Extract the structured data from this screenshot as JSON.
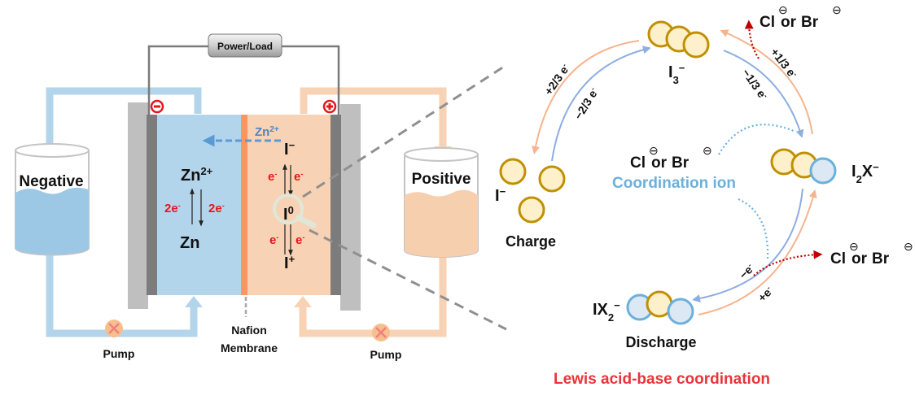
{
  "colors": {
    "negative_electrolyte": "#b3d5eb",
    "positive_electrolyte": "#f8d2b4",
    "membrane": "#fb9662",
    "electrode": "#7c7c7c",
    "collector": "#bfbfbf",
    "iodine_fill": "#fff0cc",
    "iodine_stroke": "#c09000",
    "halide_fill": "#dce8f4",
    "halide_stroke": "#6cb0dc",
    "charge_arrow": "#8daee0",
    "discharge_arrow": "#f6b48e",
    "halide_release": "#c00000",
    "electron_red": "#e8161b",
    "lewis_red": "#e8353a"
  },
  "battery": {
    "power_label": "Power/Load",
    "negative_terminal": "⊖",
    "positive_terminal": "⊕",
    "negative_tank_label": "Negative",
    "positive_tank_label": "Positive",
    "pump_left_label": "Pump",
    "pump_right_label": "Pump",
    "membrane_label_line1": "Nafion",
    "membrane_label_line2": "Membrane",
    "zn_migration_label": "Zn",
    "zn_migration_charge": "2+",
    "anode": {
      "top_species": "Zn",
      "top_charge": "2+",
      "bottom_species": "Zn",
      "left_electrons": "2e",
      "right_electrons": "2e",
      "electron_sup": "-"
    },
    "cathode": {
      "top_species": "I",
      "top_charge": "−",
      "middle_species": "I",
      "middle_charge": "0",
      "bottom_species": "I",
      "bottom_charge": "+",
      "electron": "e",
      "electron_sup": "-"
    }
  },
  "mechanism": {
    "title": "Lewis acid-base coordination",
    "i3_label": "I",
    "i3_sub": "3",
    "i3_sup": "−",
    "iodide_label": "I",
    "iodide_sup": "−",
    "charge_label": "Charge",
    "i2x_label": "I",
    "i2x_sub": "2",
    "i2x_tail": "X",
    "i2x_sup": "−",
    "ix2_label": "IX",
    "ix2_sub": "2",
    "ix2_sup": "−",
    "discharge_label": "Discharge",
    "coordination_ion_label": "Coordination ion",
    "halide_text_cl": "Cl",
    "halide_text_or": "or",
    "halide_text_br": "Br",
    "halide_minus": "⊖",
    "steps": {
      "plus_two_thirds": "+2/3 e",
      "minus_two_thirds": "−2/3 e",
      "plus_one_third": "+1/3 e",
      "minus_one_third": "−1/3 e",
      "minus_one": "−e",
      "plus_one": "+e",
      "sup": "-"
    }
  }
}
